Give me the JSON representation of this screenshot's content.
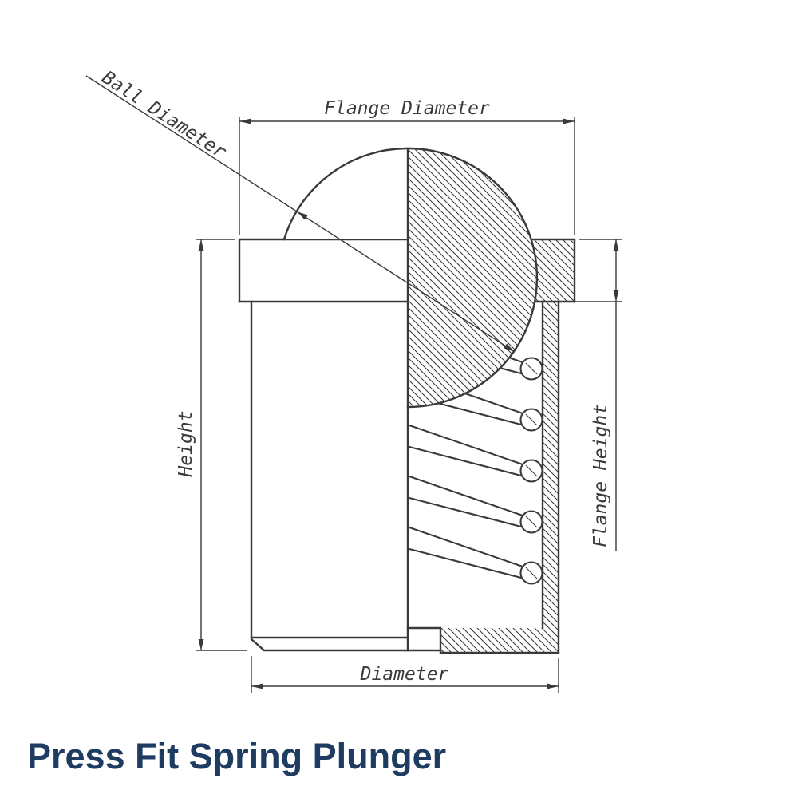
{
  "title": "Press Fit Spring Plunger",
  "colors": {
    "line": "#3a3a3a",
    "title": "#1e3c61",
    "background": "#ffffff"
  },
  "dimensions": {
    "flange_diameter": "Flange Diameter",
    "ball_diameter": "Ball Diameter",
    "height": "Height",
    "flange_height": "Flange Height",
    "diameter": "Diameter"
  }
}
